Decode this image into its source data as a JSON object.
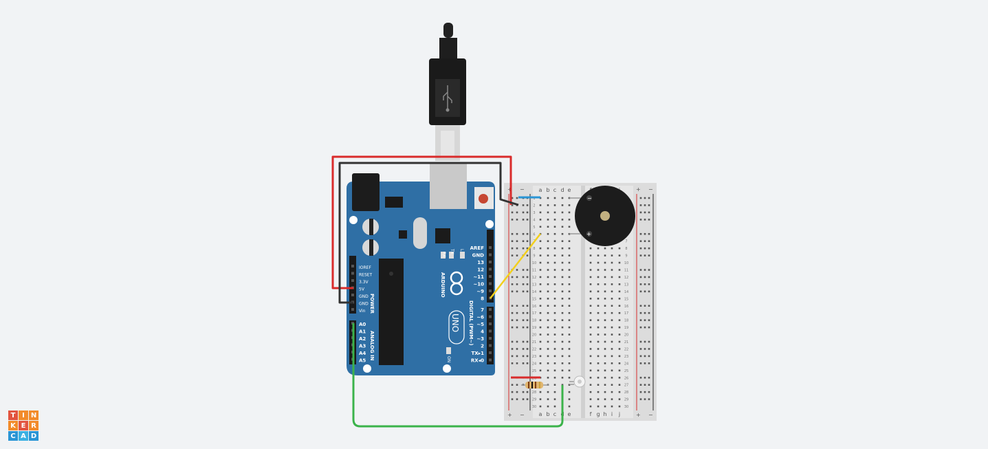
{
  "app": {
    "name": "Tinkercad"
  },
  "logo": {
    "letters": [
      "T",
      "I",
      "N",
      "K",
      "E",
      "R",
      "C",
      "A",
      "D"
    ],
    "colors": [
      "#e2543f",
      "#f28b2a",
      "#f28b2a",
      "#f28b2a",
      "#e2543f",
      "#f28b2a",
      "#2a95d5",
      "#3ab0e2",
      "#2a95d5"
    ]
  },
  "arduino": {
    "brand": "ARDUINO",
    "model": "UNO",
    "digital_header": "DIGITAL (PWM~)",
    "power_header": "POWER",
    "analog_header": "ANALOG IN",
    "on_label": "ON",
    "tx_label": "TX",
    "rx_label": "RX",
    "l_label": "L",
    "power_pins": [
      "IOREF",
      "RESET",
      "3.3V",
      "5V",
      "GND",
      "GND",
      "Vin"
    ],
    "analog_pins": [
      "A0",
      "A1",
      "A2",
      "A3",
      "A4",
      "A5"
    ],
    "digital_pins": [
      "AREF",
      "GND",
      "13",
      "12",
      "~11",
      "~10",
      "~9",
      "8",
      "7",
      "~6",
      "~5",
      "4",
      "~3",
      "2",
      "TX▸1",
      "RX◂0"
    ]
  },
  "breadboard": {
    "cols_left": [
      "a",
      "b",
      "c",
      "d",
      "e"
    ],
    "cols_right": [
      "f",
      "g",
      "h",
      "i",
      "j"
    ],
    "rail_plus": "+",
    "rail_minus": "−",
    "rows": [
      "1",
      "2",
      "3",
      "4",
      "5",
      "6",
      "7",
      "8",
      "9",
      "10",
      "11",
      "12",
      "13",
      "14",
      "15",
      "16",
      "17",
      "18",
      "19",
      "20",
      "21",
      "22",
      "23",
      "24",
      "25",
      "26",
      "27",
      "28",
      "29",
      "30"
    ]
  },
  "buzzer": {
    "minus": "−",
    "plus": "+"
  },
  "colors": {
    "board": "#2f6fa5",
    "wire_red": "#d92b2b",
    "wire_black": "#333333",
    "wire_yellow": "#f2cf1d",
    "wire_green": "#3bb34a",
    "wire_blue": "#2a95d5"
  }
}
